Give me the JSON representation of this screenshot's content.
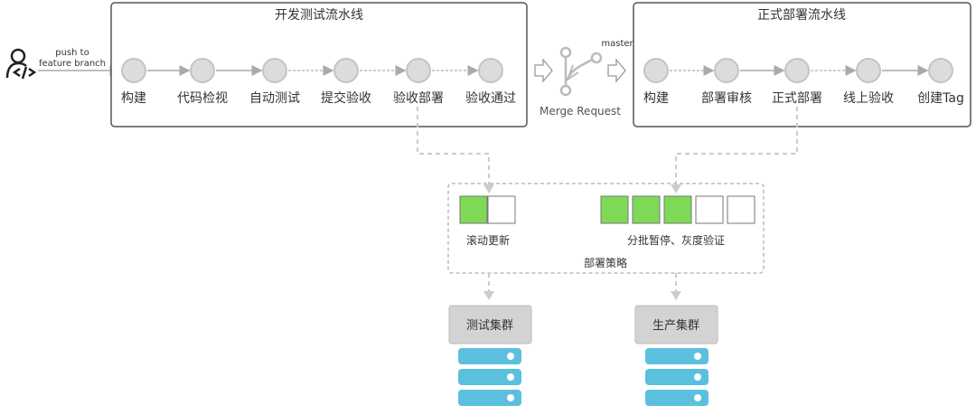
{
  "developer": {
    "icon": "developer-code-icon",
    "push_label_line1": "push to",
    "push_label_line2": "feature branch"
  },
  "dev_pipeline": {
    "title": "开发测试流水线",
    "stages": [
      "构建",
      "代码检视",
      "自动测试",
      "提交验收",
      "验收部署",
      "验收通过"
    ]
  },
  "merge": {
    "icon": "merge-request-icon",
    "label": "Merge Request",
    "branch_label": "master"
  },
  "prod_pipeline": {
    "title": "正式部署流水线",
    "stages": [
      "构建",
      "部署审核",
      "正式部署",
      "线上验收",
      "创建Tag"
    ]
  },
  "strategy": {
    "title": "部署策略",
    "rolling": {
      "label": "滚动更新",
      "filled": 1,
      "total": 2
    },
    "canary": {
      "label": "分批暂停、灰度验证",
      "filled": 3,
      "total": 5
    }
  },
  "clusters": {
    "test": {
      "label": "测试集群",
      "icon": "server-stack-icon"
    },
    "prod": {
      "label": "生产集群",
      "icon": "server-stack-icon"
    }
  },
  "colors": {
    "panel_border": "#555555",
    "node_fill": "#d9d9d9",
    "green": "#7ed957",
    "server": "#5bc0de",
    "cluster_box": "#d3d3d3",
    "dashed": "#c8c8c8"
  }
}
